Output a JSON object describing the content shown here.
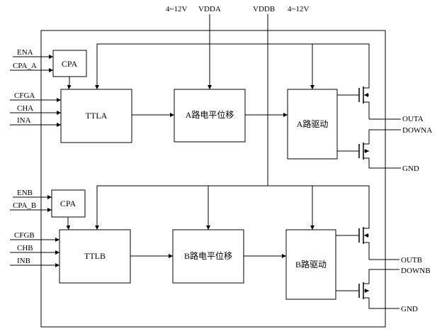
{
  "supplies": {
    "a_range": "4~12V",
    "a_name": "VDDA",
    "b_name": "VDDB",
    "b_range": "4~12V"
  },
  "channel_a": {
    "cpa_block": "CPA",
    "ttl_block": "TTLA",
    "level_shift_block": "A路电平位移",
    "driver_block": "A路驱动",
    "inputs": {
      "en": "ENA",
      "cpa": "CPA_A",
      "cfg": "CFGA",
      "ch": "CHA",
      "in": "INA"
    },
    "outputs": {
      "out": "OUTA",
      "down": "DOWNA",
      "gnd": "GND"
    }
  },
  "channel_b": {
    "cpa_block": "CPA",
    "ttl_block": "TTLB",
    "level_shift_block": "B路电平位移",
    "driver_block": "B路驱动",
    "inputs": {
      "en": "ENB",
      "cpa": "CPA_B",
      "cfg": "CFGB",
      "ch": "CHB",
      "in": "INB"
    },
    "outputs": {
      "out": "OUTB",
      "down": "DOWNB",
      "gnd": "GND"
    }
  }
}
